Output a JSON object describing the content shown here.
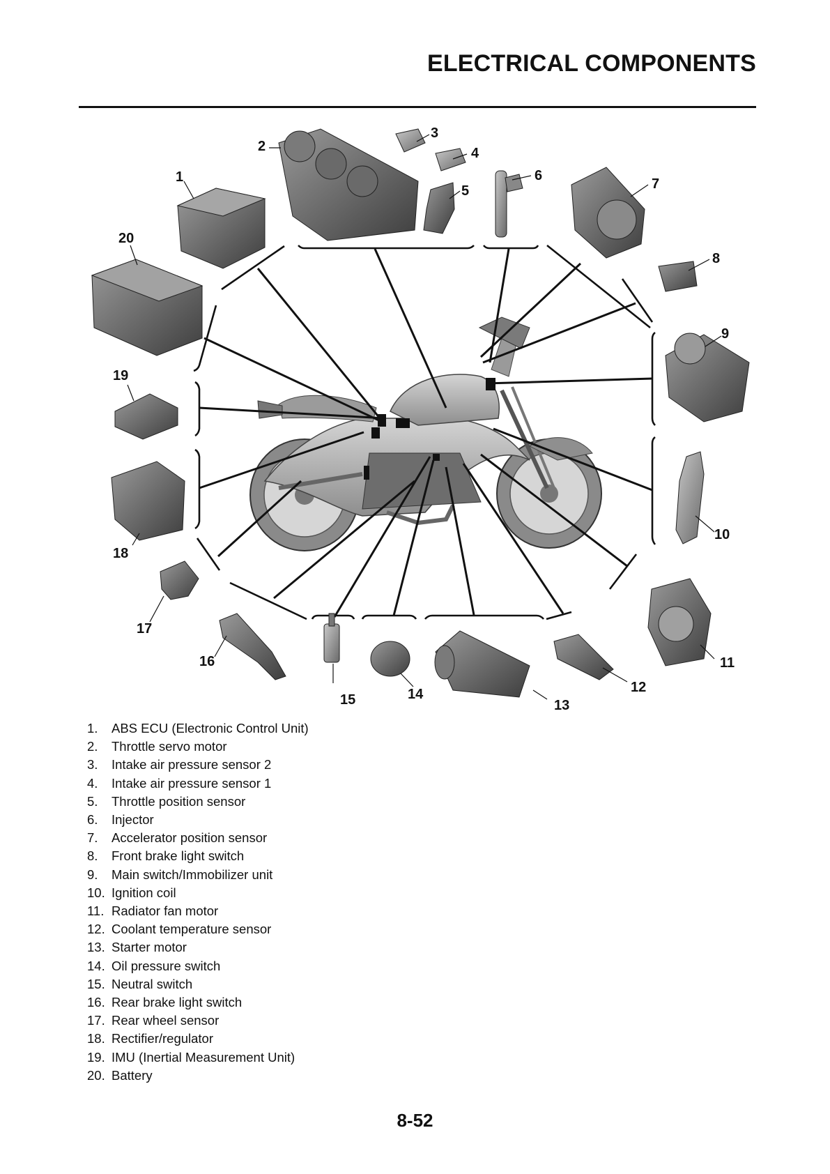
{
  "header": {
    "title": "ELECTRICAL COMPONENTS"
  },
  "callouts": [
    "1",
    "2",
    "3",
    "4",
    "5",
    "6",
    "7",
    "8",
    "9",
    "10",
    "11",
    "12",
    "13",
    "14",
    "15",
    "16",
    "17",
    "18",
    "19",
    "20"
  ],
  "legend": [
    {
      "num": "1.",
      "label": "ABS ECU (Electronic Control Unit)"
    },
    {
      "num": "2.",
      "label": "Throttle servo motor"
    },
    {
      "num": "3.",
      "label": "Intake air pressure sensor 2"
    },
    {
      "num": "4.",
      "label": "Intake air pressure sensor 1"
    },
    {
      "num": "5.",
      "label": "Throttle position sensor"
    },
    {
      "num": "6.",
      "label": "Injector"
    },
    {
      "num": "7.",
      "label": "Accelerator position sensor"
    },
    {
      "num": "8.",
      "label": "Front brake light switch"
    },
    {
      "num": "9.",
      "label": "Main switch/Immobilizer unit"
    },
    {
      "num": "10.",
      "label": "Ignition coil"
    },
    {
      "num": "11.",
      "label": "Radiator fan motor"
    },
    {
      "num": "12.",
      "label": "Coolant temperature sensor"
    },
    {
      "num": "13.",
      "label": "Starter motor"
    },
    {
      "num": "14.",
      "label": "Oil pressure switch"
    },
    {
      "num": "15.",
      "label": "Neutral switch"
    },
    {
      "num": "16.",
      "label": "Rear brake light switch"
    },
    {
      "num": "17.",
      "label": "Rear wheel sensor"
    },
    {
      "num": "18.",
      "label": "Rectifier/regulator"
    },
    {
      "num": "19.",
      "label": "IMU (Inertial Measurement Unit)"
    },
    {
      "num": "20.",
      "label": "Battery"
    }
  ],
  "footer": {
    "page_number": "8-52"
  }
}
